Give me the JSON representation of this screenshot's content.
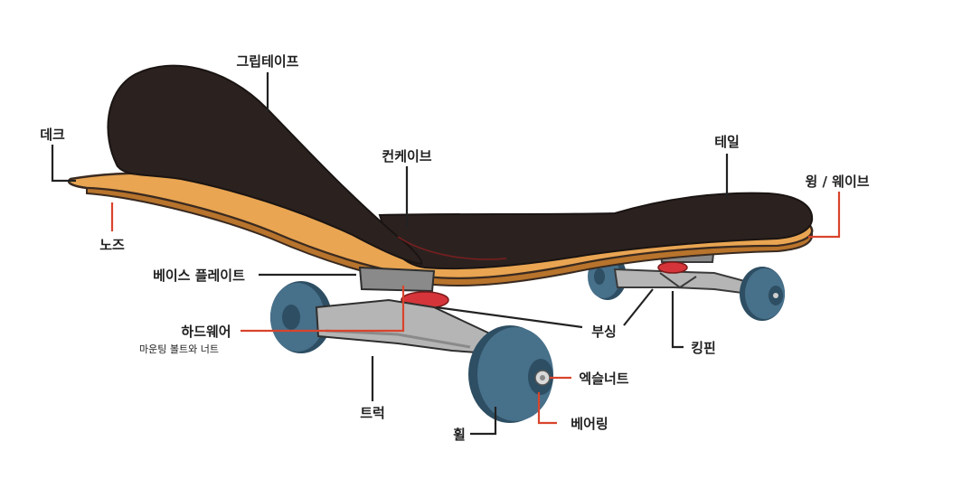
{
  "labels": {
    "grip_tape": "그립테이프",
    "deck": "데크",
    "concave": "컨케이브",
    "tail": "테일",
    "wing_wave": "윙 / 웨이브",
    "nose": "노즈",
    "baseplate": "베이스 플레이트",
    "hardware": "하드웨어",
    "hardware_sub": "마운팅 볼트와 너트",
    "bushing": "부싱",
    "kingpin": "킹핀",
    "truck": "트럭",
    "axle_nut": "엑슬너트",
    "wheel": "휠",
    "bearing": "베어링"
  },
  "colors": {
    "deck_wood": "#e9a552",
    "deck_edge": "#b8742c",
    "grip": "#2b2220",
    "truck_metal": "#b5b5b5",
    "truck_dark": "#8a8a8a",
    "wheel": "#47708a",
    "wheel_dark": "#2d4e63",
    "bushing": "#d5353a",
    "leader_accent": "#d9442c"
  }
}
